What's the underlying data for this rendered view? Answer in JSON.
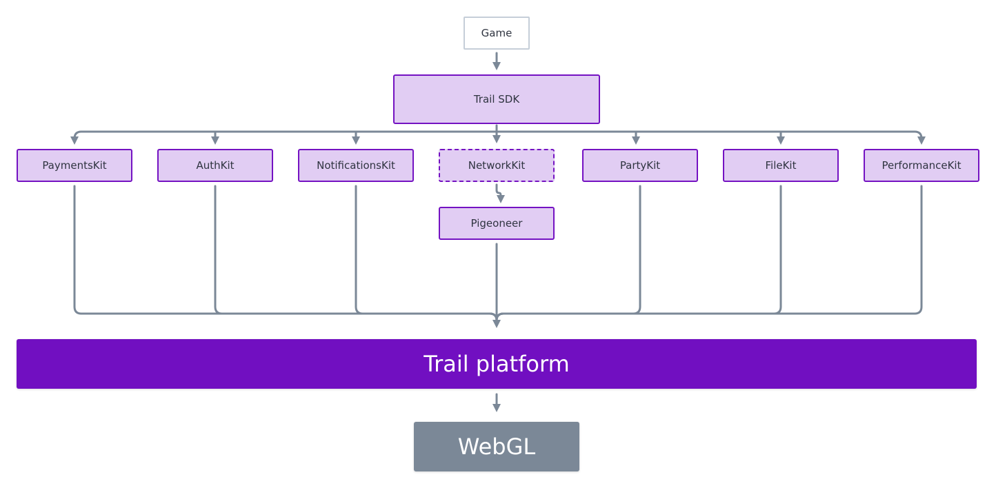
{
  "colors": {
    "connector": "#7b8897",
    "kit_fill": "#e1cdf3",
    "kit_border": "#7412c2",
    "platform": "#710fc1",
    "webgl": "#7b8897"
  },
  "nodes": {
    "game": "Game",
    "trail_sdk": "Trail SDK",
    "payments_kit": "PaymentsKit",
    "auth_kit": "AuthKit",
    "notifications_kit": "NotificationsKit",
    "network_kit": "NetworkKit",
    "party_kit": "PartyKit",
    "file_kit": "FileKit",
    "performance_kit": "PerformanceKit",
    "pigeoneer": "Pigeoneer",
    "trail_platform": "Trail platform",
    "webgl": "WebGL"
  },
  "edges": [
    [
      "Game",
      "Trail SDK"
    ],
    [
      "Trail SDK",
      "PaymentsKit"
    ],
    [
      "Trail SDK",
      "AuthKit"
    ],
    [
      "Trail SDK",
      "NotificationsKit"
    ],
    [
      "Trail SDK",
      "NetworkKit"
    ],
    [
      "Trail SDK",
      "PartyKit"
    ],
    [
      "Trail SDK",
      "FileKit"
    ],
    [
      "Trail SDK",
      "PerformanceKit"
    ],
    [
      "NetworkKit",
      "Pigeoneer"
    ],
    [
      "PaymentsKit",
      "Trail platform"
    ],
    [
      "AuthKit",
      "Trail platform"
    ],
    [
      "NotificationsKit",
      "Trail platform"
    ],
    [
      "Pigeoneer",
      "Trail platform"
    ],
    [
      "PartyKit",
      "Trail platform"
    ],
    [
      "FileKit",
      "Trail platform"
    ],
    [
      "PerformanceKit",
      "Trail platform"
    ],
    [
      "Trail platform",
      "WebGL"
    ]
  ]
}
